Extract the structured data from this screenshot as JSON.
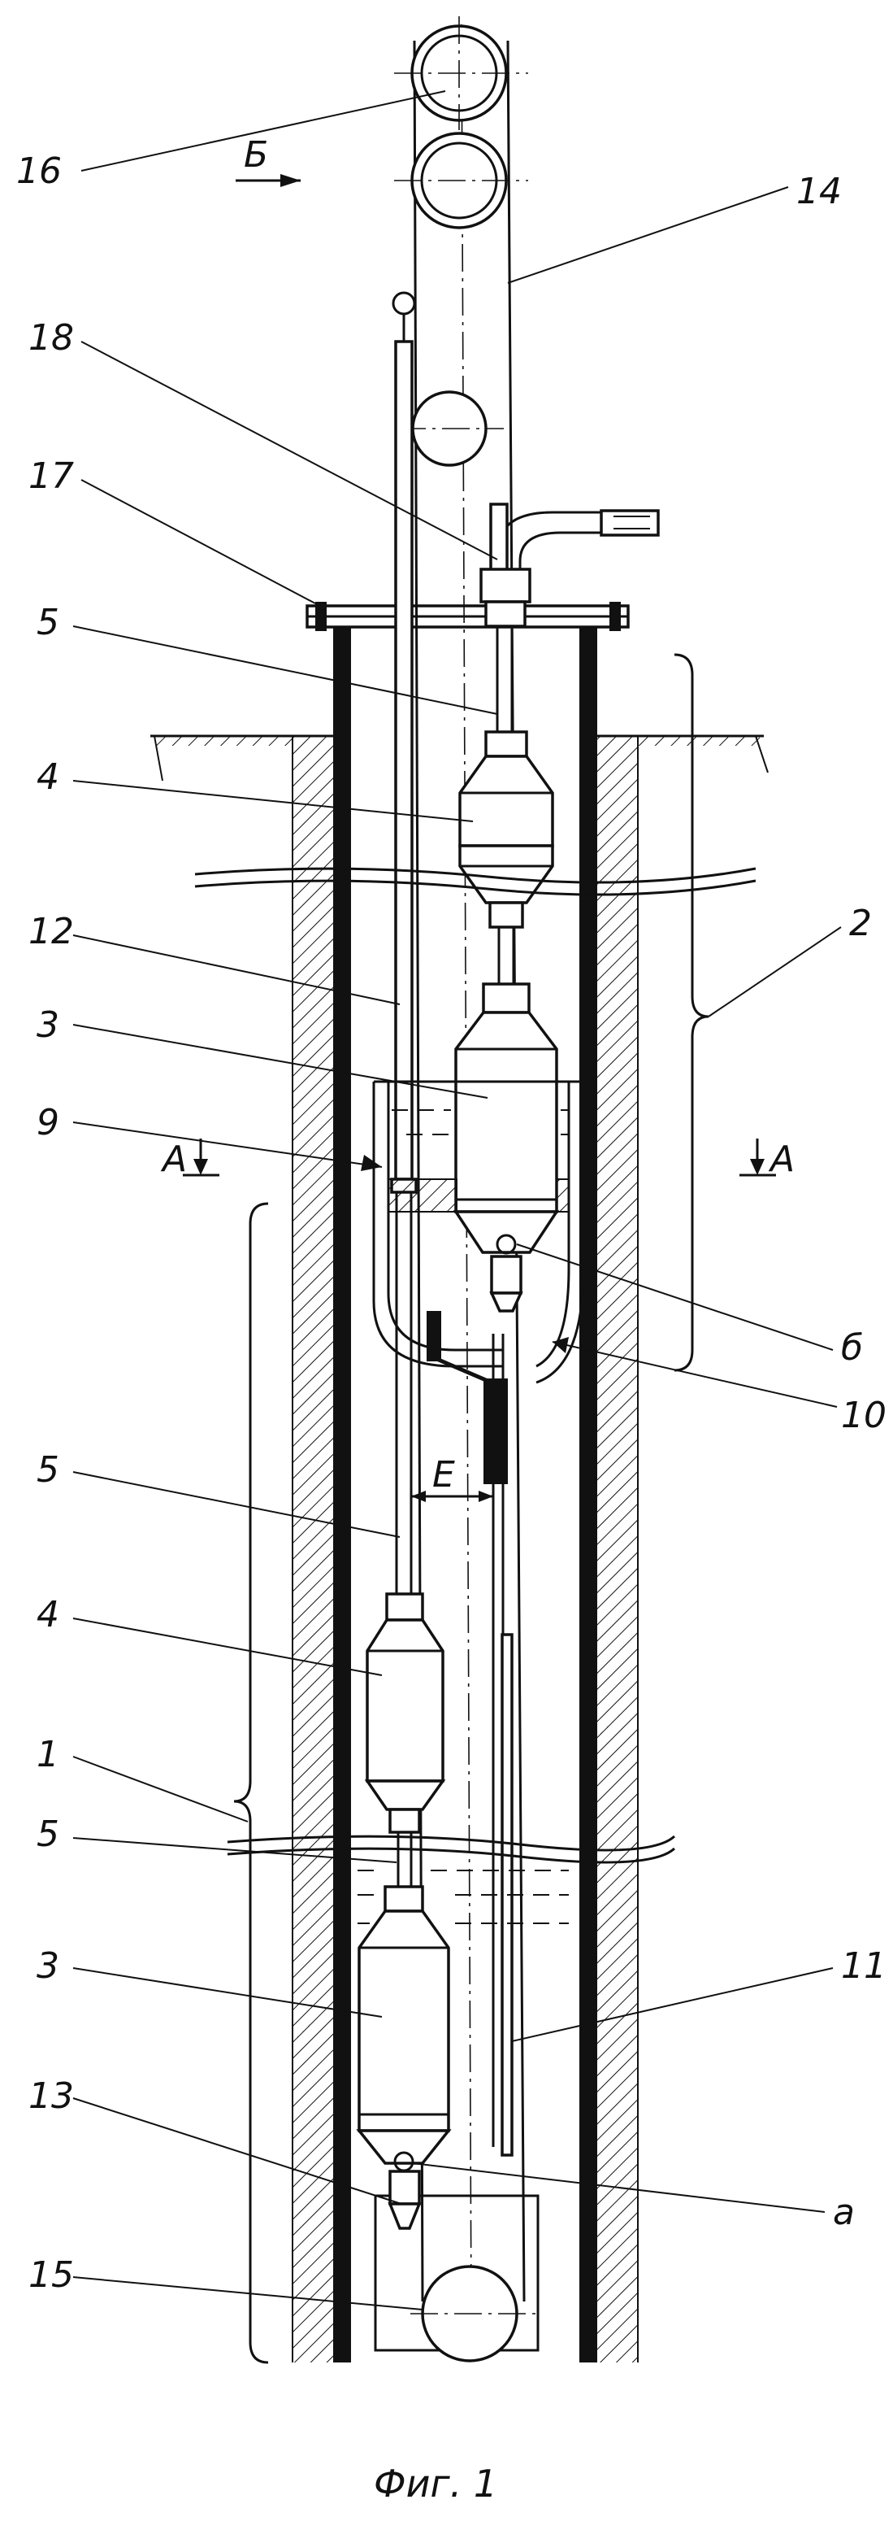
{
  "labels": {
    "l16": "16",
    "lB": "Б",
    "l14": "14",
    "l18": "18",
    "l17": "17",
    "l5a": "5",
    "l4a": "4",
    "l12": "12",
    "l2": "2",
    "l3a": "3",
    "l9": "9",
    "lA1": "A",
    "lA2": "A",
    "l6": "б",
    "l10": "10",
    "l5b": "5",
    "lE": "E",
    "l4b": "4",
    "l1": "1",
    "l5c": "5",
    "l3b": "3",
    "l11": "11",
    "l13": "13",
    "la": "a",
    "l15": "15"
  },
  "caption": "Фиг. 1"
}
